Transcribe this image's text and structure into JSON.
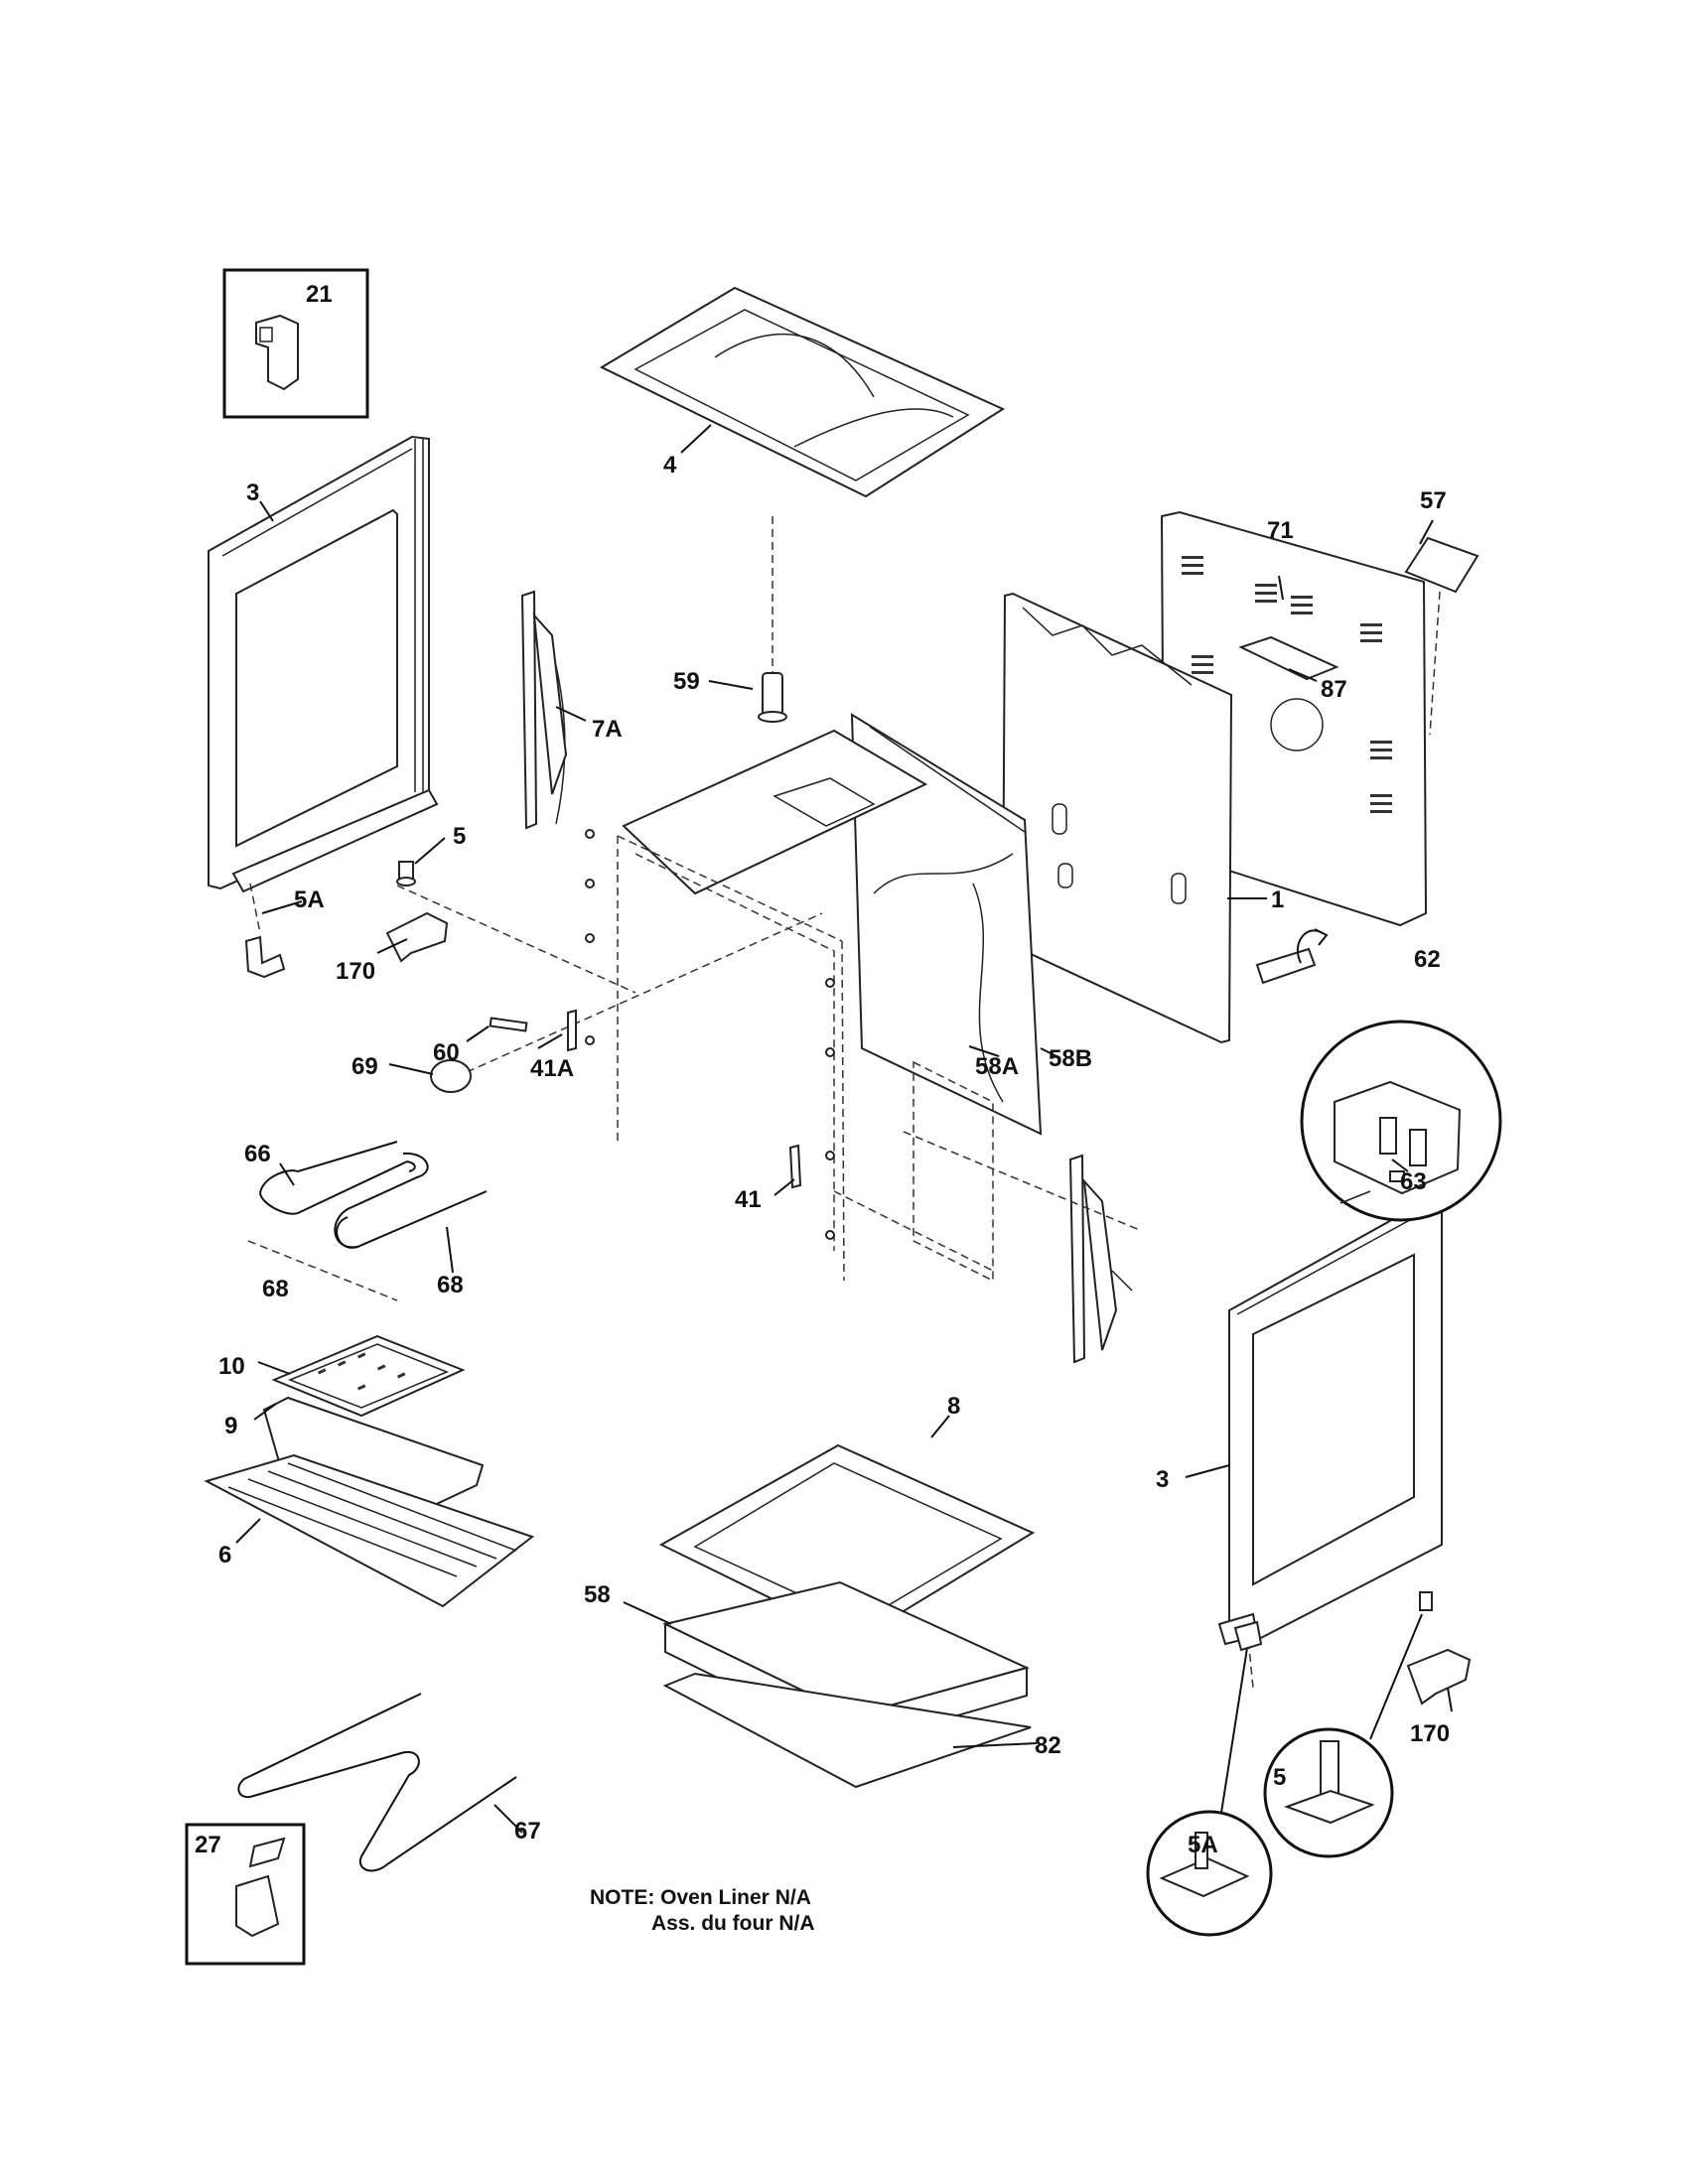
{
  "callouts": {
    "c21": "21",
    "c3_left": "3",
    "c4": "4",
    "c57": "57",
    "c71": "71",
    "c59": "59",
    "c7A": "7A",
    "c87": "87",
    "c5_left": "5",
    "c5A_left": "5A",
    "c1": "1",
    "c170_left": "170",
    "c62": "62",
    "c60": "60",
    "c69": "69",
    "c41A": "41A",
    "c58A": "58A",
    "c58B": "58B",
    "c63": "63",
    "c66": "66",
    "c41": "41",
    "c68_a": "68",
    "c68_b": "68",
    "c10": "10",
    "c9": "9",
    "c8": "8",
    "c3_right": "3",
    "c6": "6",
    "c58": "58",
    "c170_right": "170",
    "c82": "82",
    "c5_right": "5",
    "c5A_right": "5A",
    "c27": "27",
    "c67": "67"
  },
  "note": {
    "line1": "NOTE: Oven Liner N/A",
    "line2": "Ass. du four N/A"
  }
}
